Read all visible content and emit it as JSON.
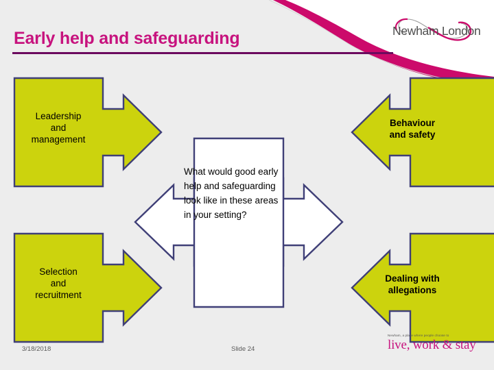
{
  "slide": {
    "title": "Early help and safeguarding",
    "background_color": "#ededed",
    "accent_color": "#c7137e",
    "rule_color": "#6b0a5e",
    "node_fill_color": "#ccd30d",
    "node_stroke_color": "#3f3f77"
  },
  "branding": {
    "logo_text": "Newham London",
    "logo_name": "newham-london-logo"
  },
  "diagram": {
    "centre": {
      "text": "What would good early help and safeguarding  look like in these areas in your setting?"
    },
    "nodes": [
      {
        "id": "leadership",
        "label": "Leadership\nand\nmanagement",
        "position": "top-left",
        "arrow_direction": "right"
      },
      {
        "id": "selection",
        "label": "Selection\nand\nrecruitment",
        "position": "bottom-left",
        "arrow_direction": "right"
      },
      {
        "id": "behaviour",
        "label": "Behaviour\nand safety",
        "position": "top-right",
        "arrow_direction": "left"
      },
      {
        "id": "allegations",
        "label": "Dealing with\nallegations",
        "position": "bottom-right",
        "arrow_direction": "left"
      }
    ]
  },
  "footer": {
    "date": "3/18/2018",
    "slide_number": "Slide 24",
    "tagline_small": "Newham, a place where people choose to",
    "tagline_big": "live, work & stay"
  }
}
